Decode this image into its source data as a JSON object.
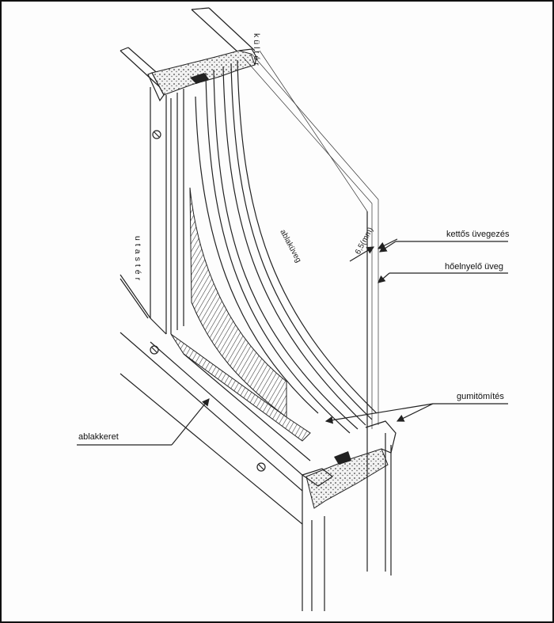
{
  "labels": {
    "kulter": "kültér",
    "utaster": "utastér",
    "ablakuveg": "ablaküveg",
    "dimension": "6,5(mm)",
    "ketos_uvegezes": "kettős üvegezés",
    "hoelnyelo_uveg": "hőelnyelő üveg",
    "gumitomites": "gumitömítés",
    "ablakkeret": "ablakkeret"
  },
  "colors": {
    "line": "#222222",
    "paper": "#fdfdfd"
  }
}
